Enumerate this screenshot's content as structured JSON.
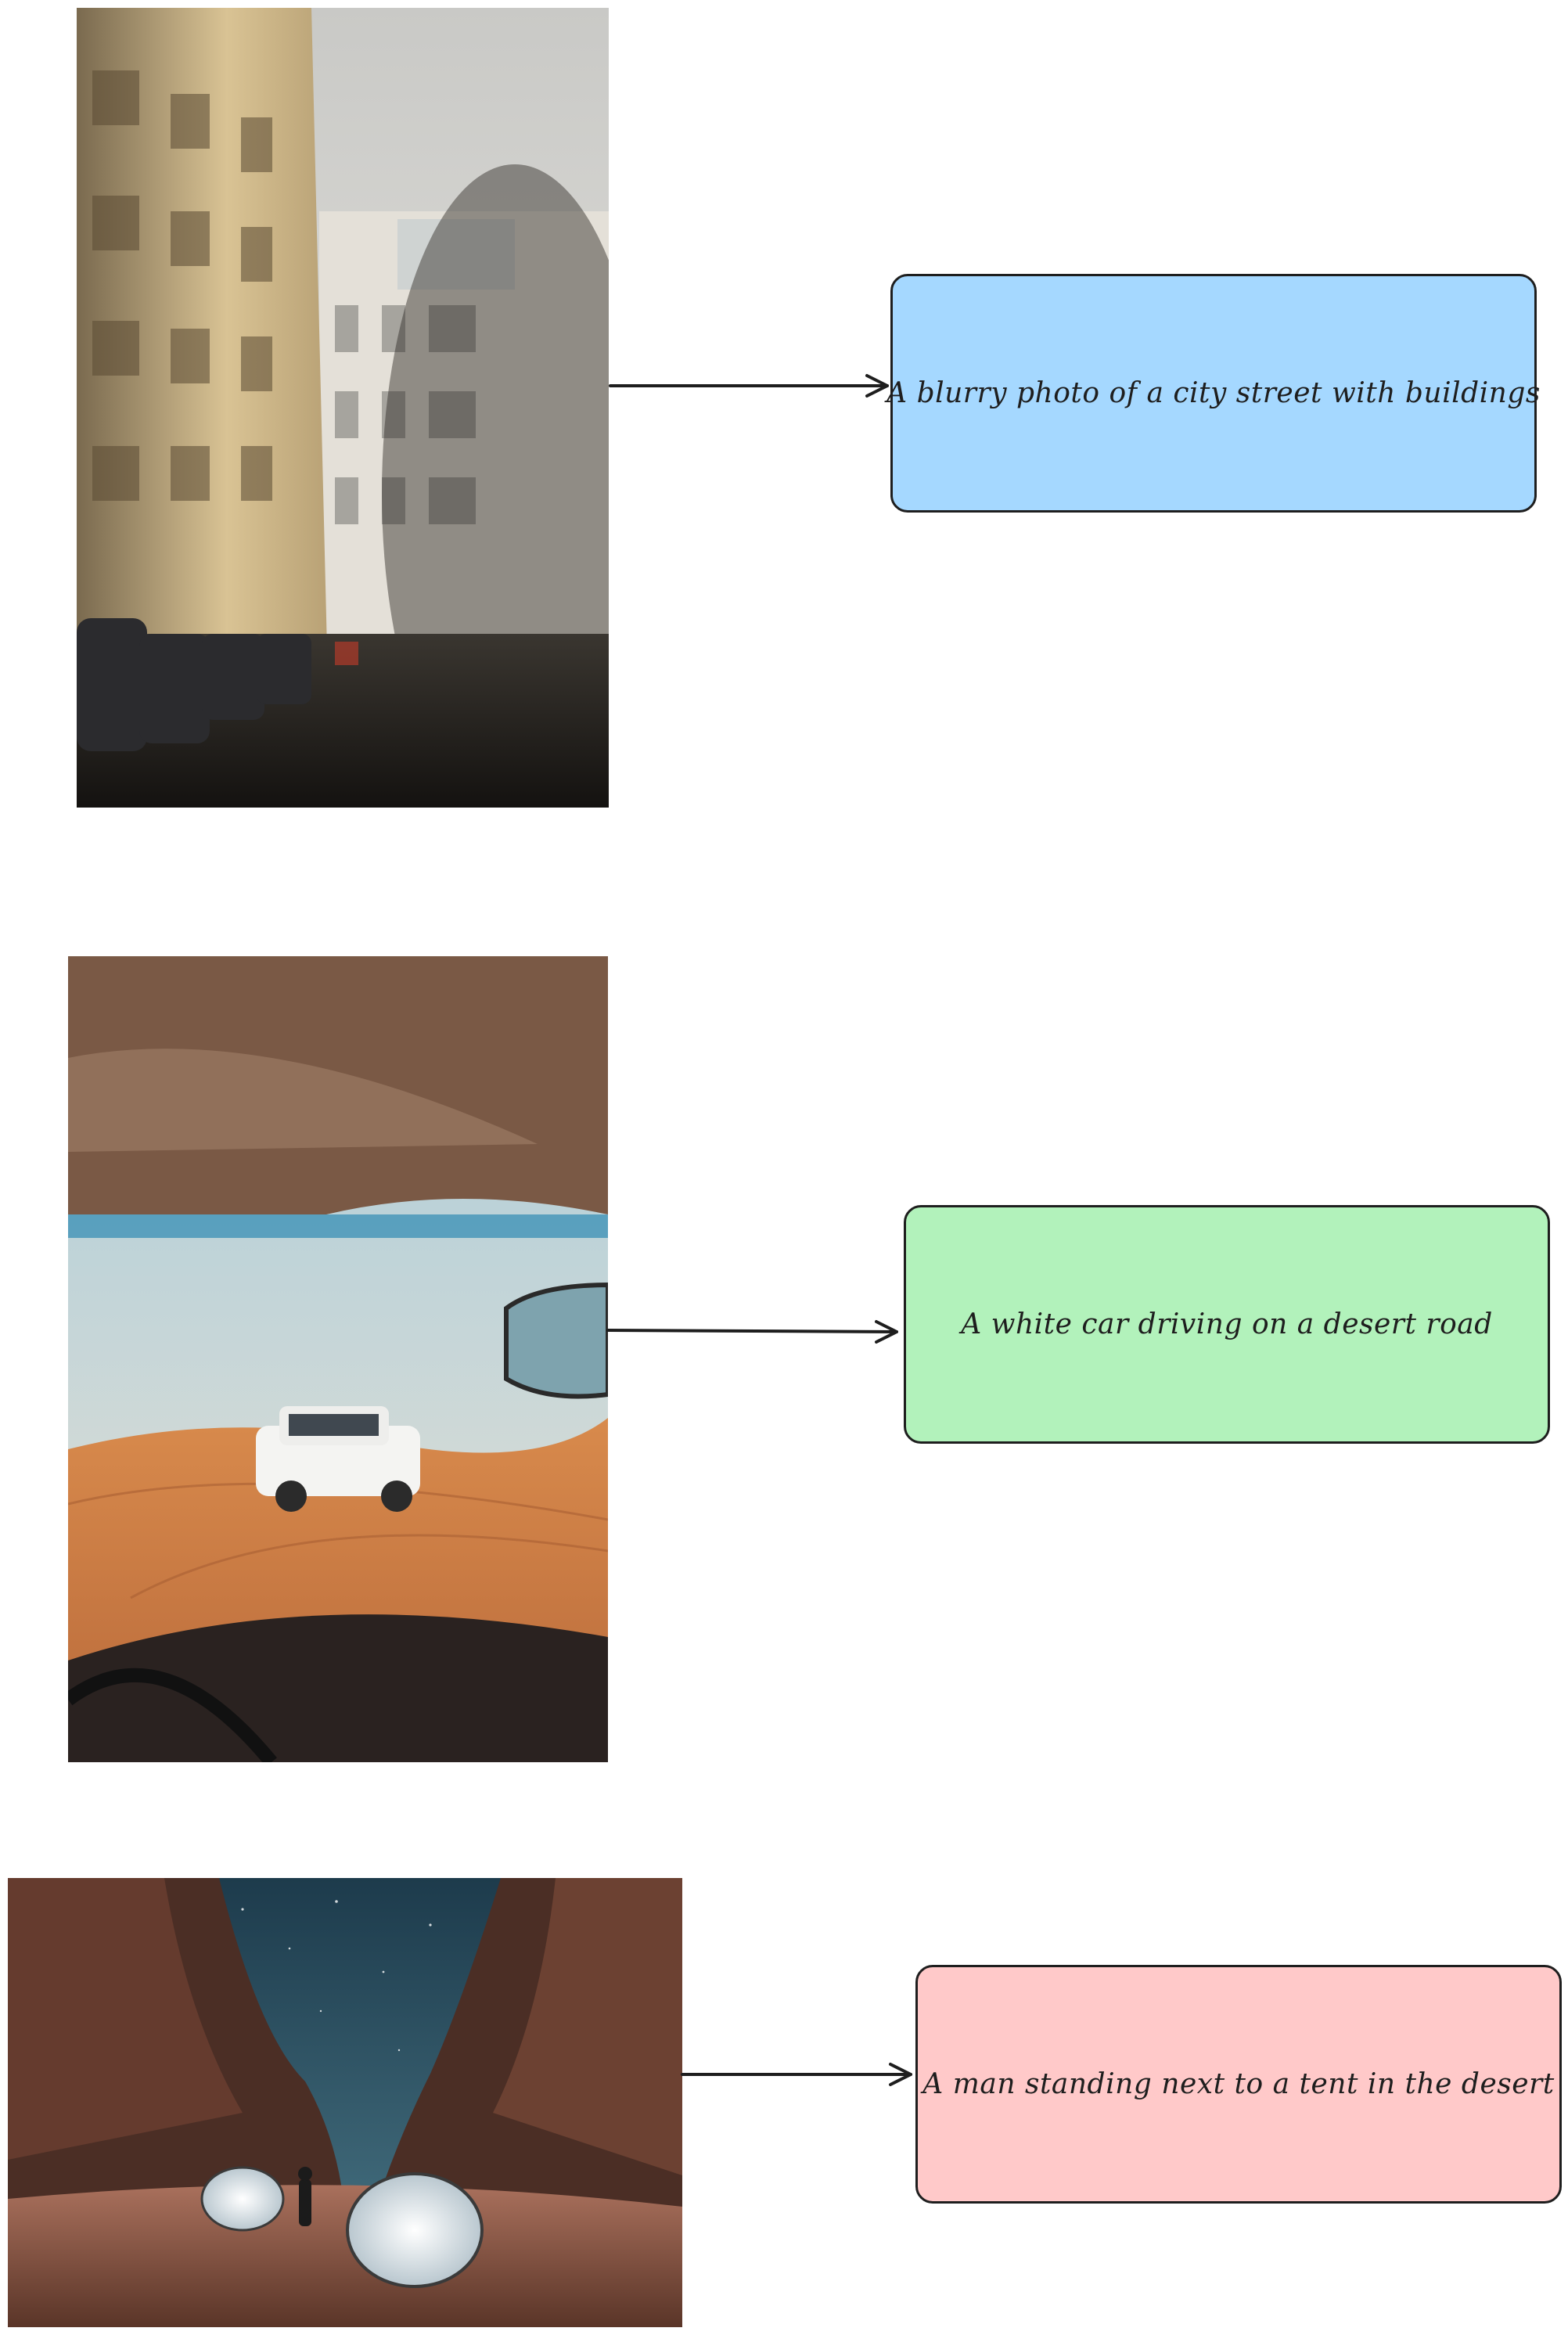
{
  "diagram": {
    "items": [
      {
        "caption": "A blurry photo of a city street with buildings",
        "box_color": "#a5d8ff",
        "photo_icon": "city-street-photo"
      },
      {
        "caption": "A white car driving on a desert road",
        "box_color": "#b2f2bb",
        "photo_icon": "desert-car-photo"
      },
      {
        "caption": "A man standing next to a tent in the desert",
        "box_color": "#ffc9c9",
        "photo_icon": "desert-tent-photo"
      }
    ]
  }
}
